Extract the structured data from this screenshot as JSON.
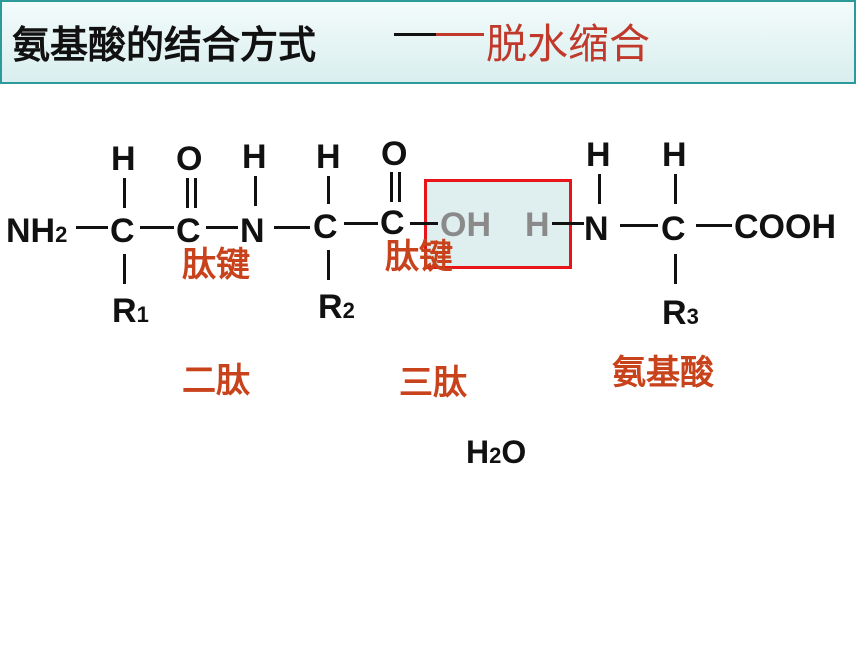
{
  "title": {
    "main": "氨基酸的结合方式",
    "sub": "脱水缩合"
  },
  "molecule": {
    "nh2": "NH",
    "nh2_sub": "2",
    "c1": "C",
    "c1_h": "H",
    "c2": "C",
    "c2_o": "O",
    "n1": "N",
    "n1_h": "H",
    "c3": "C",
    "c3_h": "H",
    "c4": "C",
    "c4_o": "O",
    "oh": "OH",
    "h": "H",
    "n2": "N",
    "n2_h": "H",
    "c5": "C",
    "c5_h": "H",
    "cooh": "COOH",
    "r1": "R",
    "r1_sub": "1",
    "r2": "R",
    "r2_sub": "2",
    "r3": "R",
    "r3_sub": "3"
  },
  "labels": {
    "peptide_bond_1": "肽键",
    "peptide_bond_2": "肽键",
    "dipeptide": "二肽",
    "tripeptide": "三肽",
    "amino_acid": "氨基酸"
  },
  "water": {
    "h": "H",
    "sub": "2",
    "o": "O"
  },
  "colors": {
    "title_border": "#2b9a99",
    "accent_red": "#c8421c",
    "box_border": "#e8141a",
    "box_fill": "#dfeeee"
  }
}
